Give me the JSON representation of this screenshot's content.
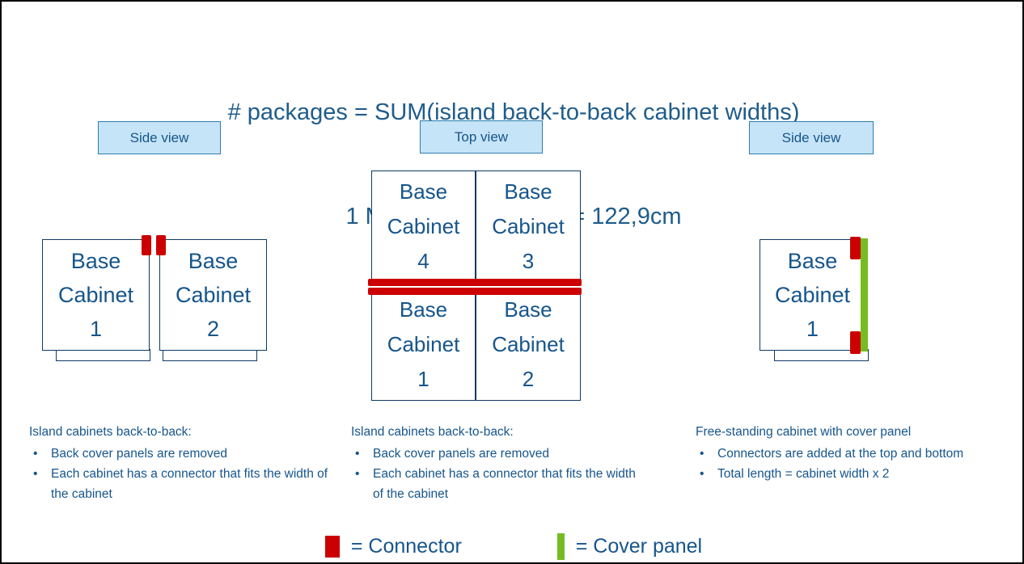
{
  "page": {
    "border_color": "#000000",
    "background": "#ffffff"
  },
  "title": {
    "line1": "# packages = SUM(island back-to-back cabinet widths)",
    "line2": "1 METHOD Package = 122,9cm",
    "color": "#1F5C8B"
  },
  "colors": {
    "text_blue": "#16558C",
    "outline_blue": "#0E3A63",
    "chip_fill": "#C6E4F7",
    "chip_border": "#2E7CB0",
    "connector_red": "#CC0000",
    "cover_panel_green": "#76BC21"
  },
  "panels": {
    "left": {
      "view_label": "Side view",
      "cabinets": [
        {
          "line1": "Base",
          "line2": "Cabinet",
          "line3": "1"
        },
        {
          "line1": "Base",
          "line2": "Cabinet",
          "line3": "2"
        }
      ],
      "description": {
        "heading": "Island cabinets back-to-back:",
        "bullets": [
          "Back cover panels are removed",
          "Each cabinet has a connector that fits the width of the cabinet"
        ],
        "bullet_glyph": "•"
      }
    },
    "center": {
      "view_label": "Top view",
      "cabinets": [
        {
          "line1": "Base",
          "line2": "Cabinet",
          "line3": "4"
        },
        {
          "line1": "Base",
          "line2": "Cabinet",
          "line3": "3"
        },
        {
          "line1": "Base",
          "line2": "Cabinet",
          "line3": "1"
        },
        {
          "line1": "Base",
          "line2": "Cabinet",
          "line3": "2"
        }
      ],
      "description": {
        "heading": "Island cabinets back-to-back:",
        "bullets": [
          "Back cover panels are removed",
          "Each cabinet has a connector that fits the width of the cabinet"
        ],
        "bullet_glyph": "•"
      }
    },
    "right": {
      "view_label": "Side view",
      "cabinets": [
        {
          "line1": "Base",
          "line2": "Cabinet",
          "line3": "1"
        }
      ],
      "description": {
        "heading": "Free-standing cabinet with cover panel",
        "bullets": [
          "Connectors are added at the top and bottom",
          "Total length = cabinet width x 2"
        ],
        "bullet_glyph": "•"
      }
    }
  },
  "legend": {
    "items": [
      {
        "swatch": "connector-swatch",
        "label": "= Connector"
      },
      {
        "swatch": "cover-panel-swatch",
        "label": "= Cover panel"
      }
    ]
  }
}
